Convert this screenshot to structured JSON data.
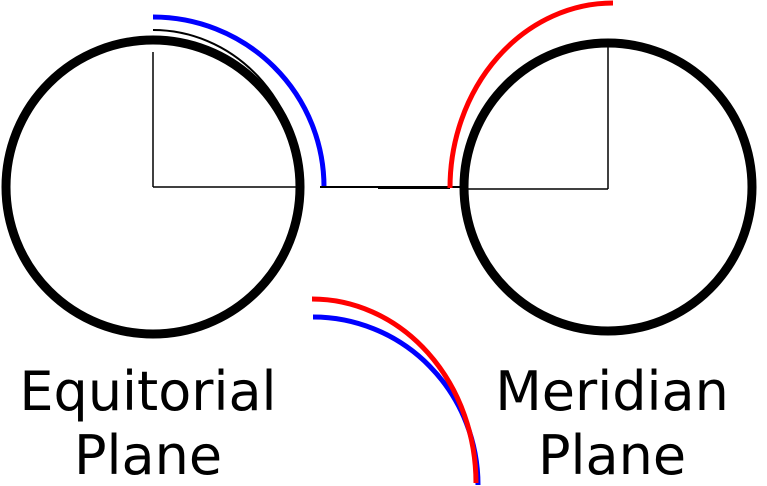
{
  "labels": {
    "equatorial_line1": "Equitorial",
    "equatorial_line2": "Plane",
    "meridian_line1": "Meridian",
    "meridian_line2": "Plane"
  },
  "colors": {
    "circle": "#000000",
    "axis": "#000000",
    "blue_arc": "#0000ff",
    "red_arc": "#ff0000",
    "background": "#ffffff"
  }
}
